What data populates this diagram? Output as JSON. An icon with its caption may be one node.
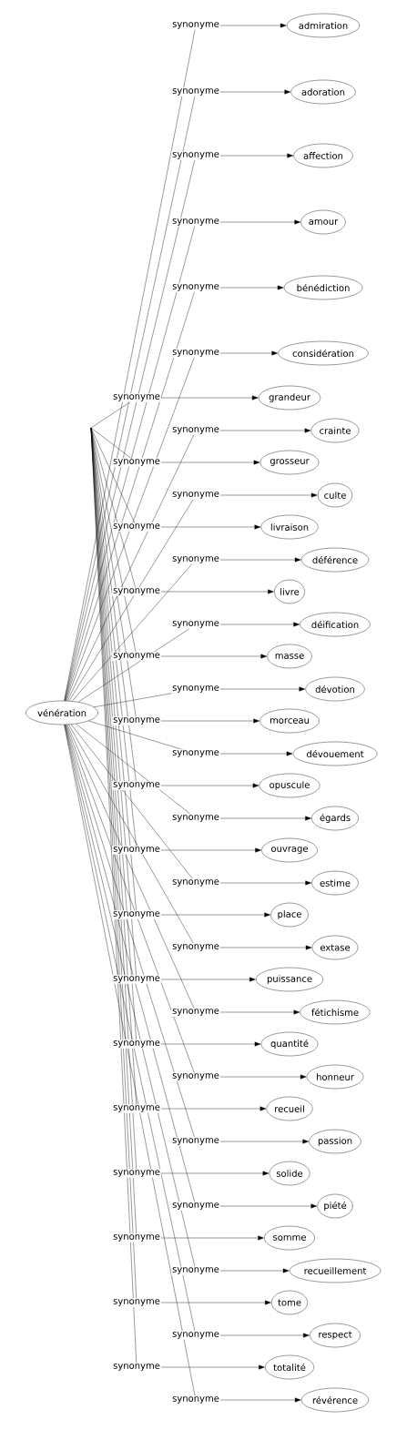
{
  "diagram": {
    "nodes": [
      {
        "text": [
          "vénération"
        ]
      },
      {
        "text": [
          "admiration"
        ]
      },
      {
        "text": [
          "adoration"
        ]
      },
      {
        "text": [
          "affection"
        ]
      },
      {
        "text": [
          "amour"
        ]
      },
      {
        "text": [
          "bénédiction"
        ]
      },
      {
        "text": [
          "considération"
        ]
      },
      {
        "text": [
          "grandeur"
        ]
      },
      {
        "text": [
          "crainte"
        ]
      },
      {
        "text": [
          "grosseur"
        ]
      },
      {
        "text": [
          "culte"
        ]
      },
      {
        "text": [
          "livraison"
        ]
      },
      {
        "text": [
          "déférence"
        ]
      },
      {
        "text": [
          "livre"
        ]
      },
      {
        "text": [
          "déification"
        ]
      },
      {
        "text": [
          "masse"
        ]
      },
      {
        "text": [
          "dévotion"
        ]
      },
      {
        "text": [
          "morceau"
        ]
      },
      {
        "text": [
          "dévouement"
        ]
      },
      {
        "text": [
          "opuscule"
        ]
      },
      {
        "text": [
          "égards"
        ]
      },
      {
        "text": [
          "ouvrage"
        ]
      },
      {
        "text": [
          "estime"
        ]
      },
      {
        "text": [
          "place"
        ]
      },
      {
        "text": [
          "extase"
        ]
      },
      {
        "text": [
          "puissance"
        ]
      },
      {
        "text": [
          "fétichisme"
        ]
      },
      {
        "text": [
          "quantité"
        ]
      },
      {
        "text": [
          "honneur"
        ]
      },
      {
        "text": [
          "recueil"
        ]
      },
      {
        "text": [
          "passion"
        ]
      },
      {
        "text": [
          "solide"
        ]
      },
      {
        "text": [
          "piété"
        ]
      },
      {
        "text": [
          "somme"
        ]
      },
      {
        "text": [
          "recueillement"
        ]
      },
      {
        "text": [
          "tome"
        ]
      },
      {
        "text": [
          "respect"
        ]
      },
      {
        "text": [
          "totalité"
        ]
      },
      {
        "text": [
          "révérence"
        ]
      }
    ],
    "edges": [
      {
        "from": 0,
        "to": 1,
        "arrow": "to",
        "label": "synonyme"
      },
      {
        "from": 0,
        "to": 2,
        "arrow": "to",
        "label": "synonyme"
      },
      {
        "from": 0,
        "to": 3,
        "arrow": "to",
        "label": "synonyme"
      },
      {
        "from": 0,
        "to": 4,
        "arrow": "to",
        "label": "synonyme"
      },
      {
        "from": 0,
        "to": 5,
        "arrow": "to",
        "label": "synonyme"
      },
      {
        "from": 0,
        "to": 6,
        "arrow": "to",
        "label": "synonyme"
      },
      {
        "from": null,
        "to": 7,
        "arrow": "to",
        "label": "synonyme"
      },
      {
        "from": 0,
        "to": 8,
        "arrow": "to",
        "label": "synonyme"
      },
      {
        "from": null,
        "to": 9,
        "arrow": "to",
        "label": "synonyme"
      },
      {
        "from": 0,
        "to": 10,
        "arrow": "to",
        "label": "synonyme"
      },
      {
        "from": null,
        "to": 11,
        "arrow": "to",
        "label": "synonyme"
      },
      {
        "from": 0,
        "to": 12,
        "arrow": "to",
        "label": "synonyme"
      },
      {
        "from": null,
        "to": 13,
        "arrow": "to",
        "label": "synonyme"
      },
      {
        "from": 0,
        "to": 14,
        "arrow": "to",
        "label": "synonyme"
      },
      {
        "from": null,
        "to": 15,
        "arrow": "to",
        "label": "synonyme"
      },
      {
        "from": 0,
        "to": 16,
        "arrow": "to",
        "label": "synonyme"
      },
      {
        "from": null,
        "to": 17,
        "arrow": "to",
        "label": "synonyme"
      },
      {
        "from": 0,
        "to": 18,
        "arrow": "to",
        "label": "synonyme"
      },
      {
        "from": null,
        "to": 19,
        "arrow": "to",
        "label": "synonyme"
      },
      {
        "from": 0,
        "to": 20,
        "arrow": "to",
        "label": "synonyme"
      },
      {
        "from": null,
        "to": 21,
        "arrow": "to",
        "label": "synonyme"
      },
      {
        "from": 0,
        "to": 22,
        "arrow": "to",
        "label": "synonyme"
      },
      {
        "from": null,
        "to": 23,
        "arrow": "to",
        "label": "synonyme"
      },
      {
        "from": 0,
        "to": 24,
        "arrow": "to",
        "label": "synonyme"
      },
      {
        "from": null,
        "to": 25,
        "arrow": "to",
        "label": "synonyme"
      },
      {
        "from": 0,
        "to": 26,
        "arrow": "to",
        "label": "synonyme"
      },
      {
        "from": null,
        "to": 27,
        "arrow": "to",
        "label": "synonyme"
      },
      {
        "from": 0,
        "to": 28,
        "arrow": "to",
        "label": "synonyme"
      },
      {
        "from": null,
        "to": 29,
        "arrow": "to",
        "label": "synonyme"
      },
      {
        "from": 0,
        "to": 30,
        "arrow": "to",
        "label": "synonyme"
      },
      {
        "from": null,
        "to": 31,
        "arrow": "to",
        "label": "synonyme"
      },
      {
        "from": 0,
        "to": 32,
        "arrow": "to",
        "label": "synonyme"
      },
      {
        "from": null,
        "to": 33,
        "arrow": "to",
        "label": "synonyme"
      },
      {
        "from": 0,
        "to": 34,
        "arrow": "to",
        "label": "synonyme"
      },
      {
        "from": null,
        "to": 35,
        "arrow": "to",
        "label": "synonyme"
      },
      {
        "from": 0,
        "to": 36,
        "arrow": "to",
        "label": "synonyme"
      },
      {
        "from": null,
        "to": 37,
        "arrow": "to",
        "label": "synonyme"
      },
      {
        "from": 0,
        "to": 38,
        "arrow": "to",
        "label": "synonyme"
      }
    ]
  }
}
